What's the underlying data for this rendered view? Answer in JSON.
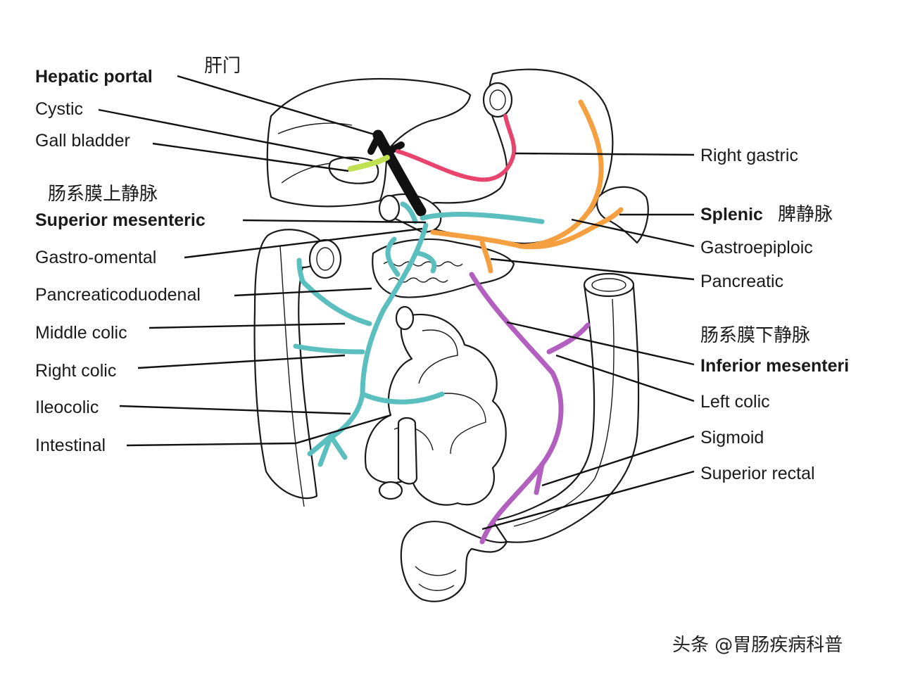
{
  "labels_left": {
    "hepatic_portal": "Hepatic portal",
    "cystic": "Cystic",
    "gall_bladder": "Gall bladder",
    "sup_mesenteric_cn": "肠系膜上静脉",
    "superior_mesenteric": "Superior mesenteric",
    "gastro_omental": "Gastro-omental",
    "pancreaticoduodenal": "Pancreaticoduodenal",
    "middle_colic": "Middle colic",
    "right_colic": "Right colic",
    "ileocolic": "Ileocolic",
    "intestinal": "Intestinal"
  },
  "labels_right": {
    "right_gastric": "Right gastric",
    "splenic": "Splenic",
    "splenic_cn": "脾静脉",
    "gastroepiploic": "Gastroepiploic",
    "pancreatic": "Pancreatic",
    "inf_mesenteric_cn": "肠系膜下静脉",
    "inferior_mesenteric": "Inferior mesenteri",
    "left_colic": "Left colic",
    "sigmoid": "Sigmoid",
    "superior_rectal": "Superior rectal"
  },
  "labels_top": {
    "hilum_cn": "肝门"
  },
  "watermark": "头条 @胃肠疾病科普",
  "colors": {
    "portal": "#111111",
    "cystic": "#bfe050",
    "right_gastric": "#e8456e",
    "superior_mesenteric": "#5bbfbf",
    "splenic": "#f5a040",
    "inferior_mesenteric": "#b35fc0"
  }
}
